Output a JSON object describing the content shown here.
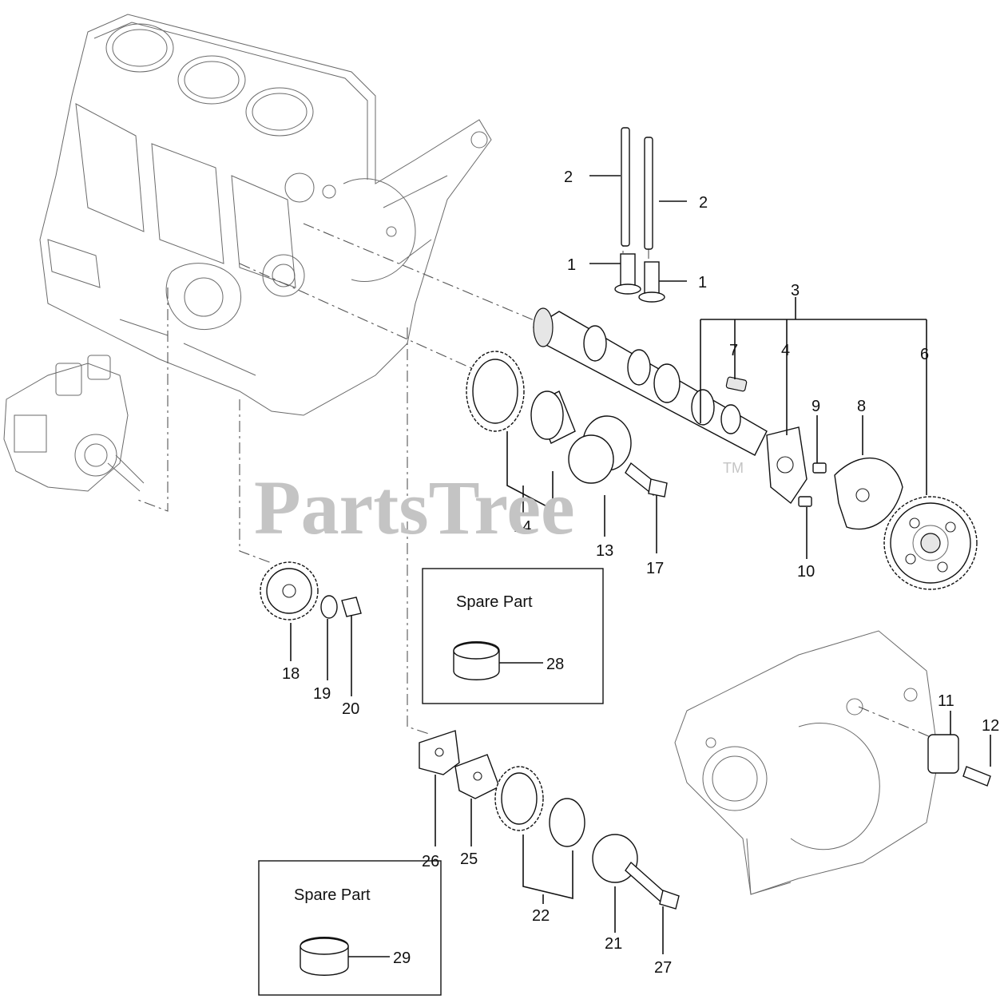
{
  "watermark": {
    "text": "PartsTree",
    "trademark": "TM"
  },
  "callouts": [
    "1",
    "1",
    "2",
    "2",
    "3",
    "4",
    "6",
    "7",
    "8",
    "9",
    "10",
    "11",
    "12",
    "13",
    "14",
    "17",
    "18",
    "19",
    "20",
    "21",
    "22",
    "25",
    "26",
    "27"
  ],
  "spare_boxes": [
    {
      "title": "Spare Part",
      "callout": "28"
    },
    {
      "title": "Spare Part",
      "callout": "29"
    }
  ]
}
